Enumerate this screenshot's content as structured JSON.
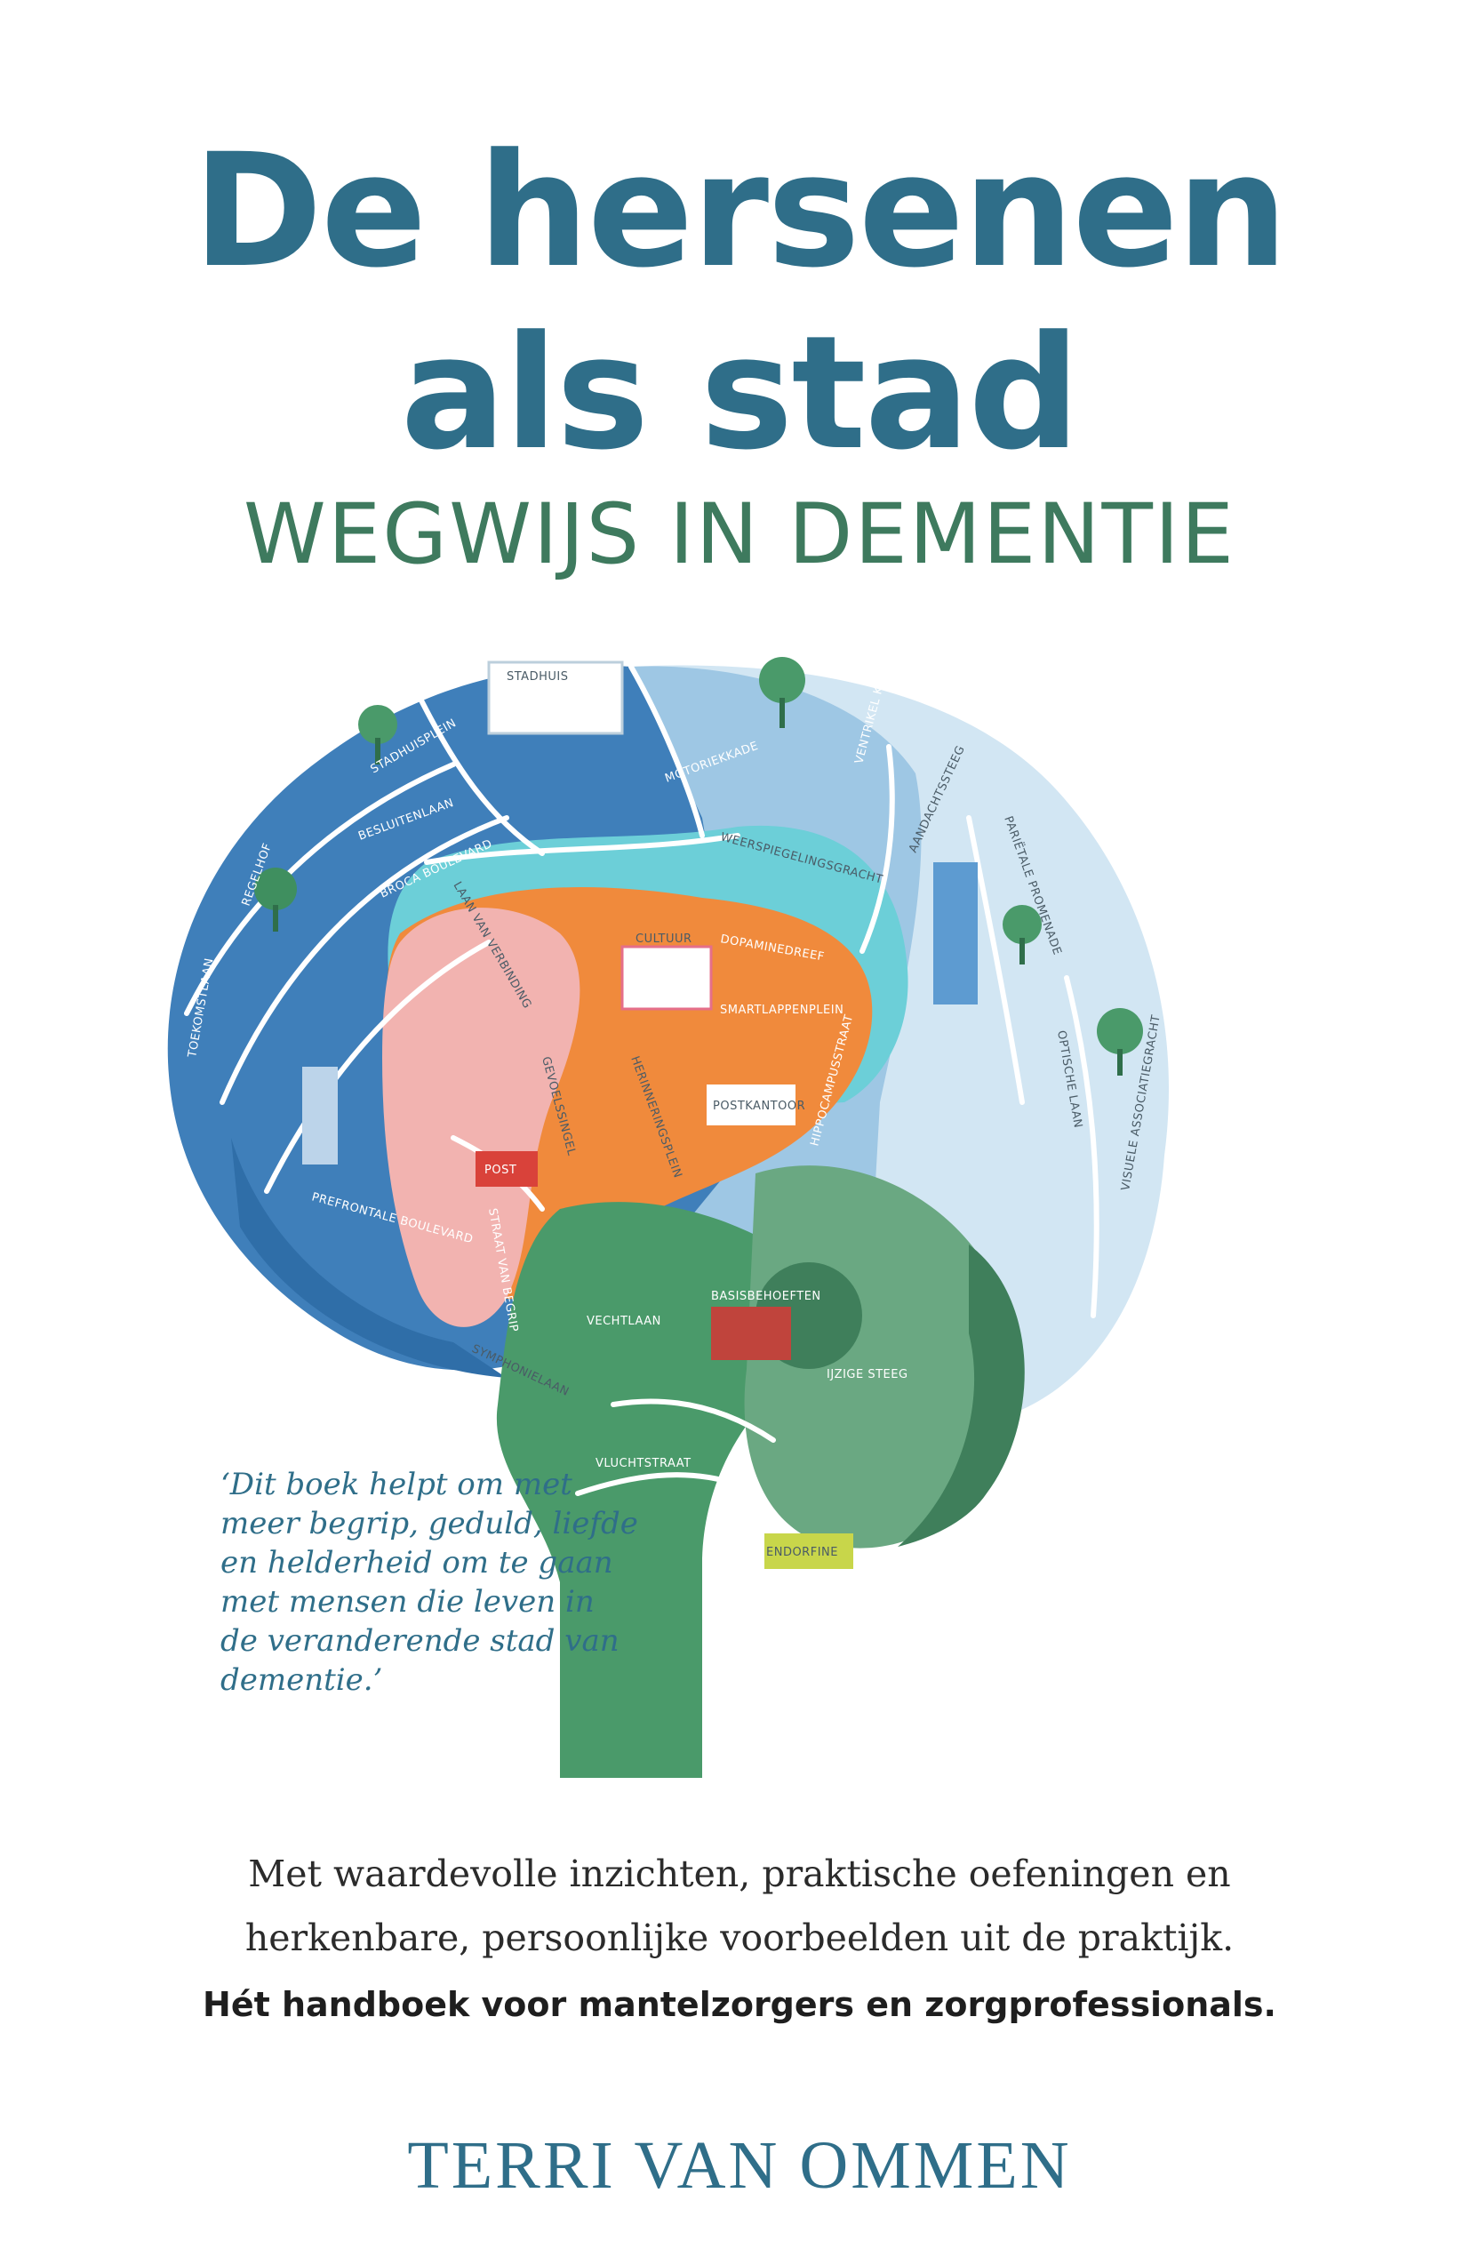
{
  "cover": {
    "title_line_1": "De hersenen",
    "title_line_2": "als stad",
    "subtitle": "WEGWIJS IN DEMENTIE",
    "quote_lines": [
      "‘Dit boek helpt om met",
      "meer begrip, geduld, liefde",
      "en helderheid om te gaan",
      "met mensen die leven in",
      "de veranderende stad van",
      "dementie.’"
    ],
    "description_line_1": "Met waardevolle inzichten, praktische oefeningen en",
    "description_line_2": "herkenbare, persoonlijke voorbeelden uit de praktijk.",
    "tagline": "Hét handboek voor mantelzorgers en zorgprofessionals.",
    "author": "TERRI VAN OMMEN"
  },
  "map": {
    "buildings": {
      "city_hall": "STADHUIS",
      "culture": "CULTUUR",
      "post_office": "POSTKANTOOR",
      "market_stall": "BASISBEHOEFTEN",
      "post_van": "POST",
      "bus": "ENDORFINE"
    },
    "streets": {
      "stadhuisplein": "STADHUISPLEIN",
      "besluitenlaan": "BESLUITENLAAN",
      "broca_boulevard": "BROCA BOULEVARD",
      "regelhof": "REGELHOF",
      "toekomstlaan": "TOEKOMSTLAAN",
      "prefrontale_boulevard": "PREFRONTALE BOULEVARD",
      "straat_van_begrip": "STRAAT VAN BEGRIP",
      "symphonielaan": "SYMPHONIELAAN",
      "motoriekkade": "MOTORIEKKADE",
      "ventrikel_kanaal": "VENTRIKEL KANAAL",
      "weerspiegelingsgracht": "WEERSPIEGELINGSGRACHT",
      "laan_van_verbinding": "LAAN VAN VERBINDING",
      "dopaminedreef": "DOPAMINEDREEF",
      "smartlappenplein": "SMARTLAPPENPLEIN",
      "hippocampusstraat": "HIPPOCAMPUSSTRAAT",
      "herinneringsplein": "HERINNERINGSPLEIN",
      "gevoelssingel": "GEVOELSSINGEL",
      "vechtlaan": "VECHTLAAN",
      "vluchtstraat": "VLUCHTSTRAAT",
      "ijzige_steeg": "IJZIGE STEEG",
      "aandachtssteeg": "AANDACHTSSTEEG",
      "parietale_promenade": "PARIËTALE PROMENADE",
      "optische_laan": "OPTISCHE LAAN",
      "visuele_associatiegracht": "VISUELE ASSOCIATIEGRACHT"
    }
  },
  "colors": {
    "title": "#2f6e89",
    "subtitle": "#3e7a5e",
    "frontal_blue": "#3f7fba",
    "parietal_light": "#d2e6f3",
    "limbic_teal": "#6ccfd8",
    "orange": "#f08a3c",
    "pink": "#f2b3b0",
    "green": "#4a9a6a",
    "cerebellum": "#6aa882"
  }
}
